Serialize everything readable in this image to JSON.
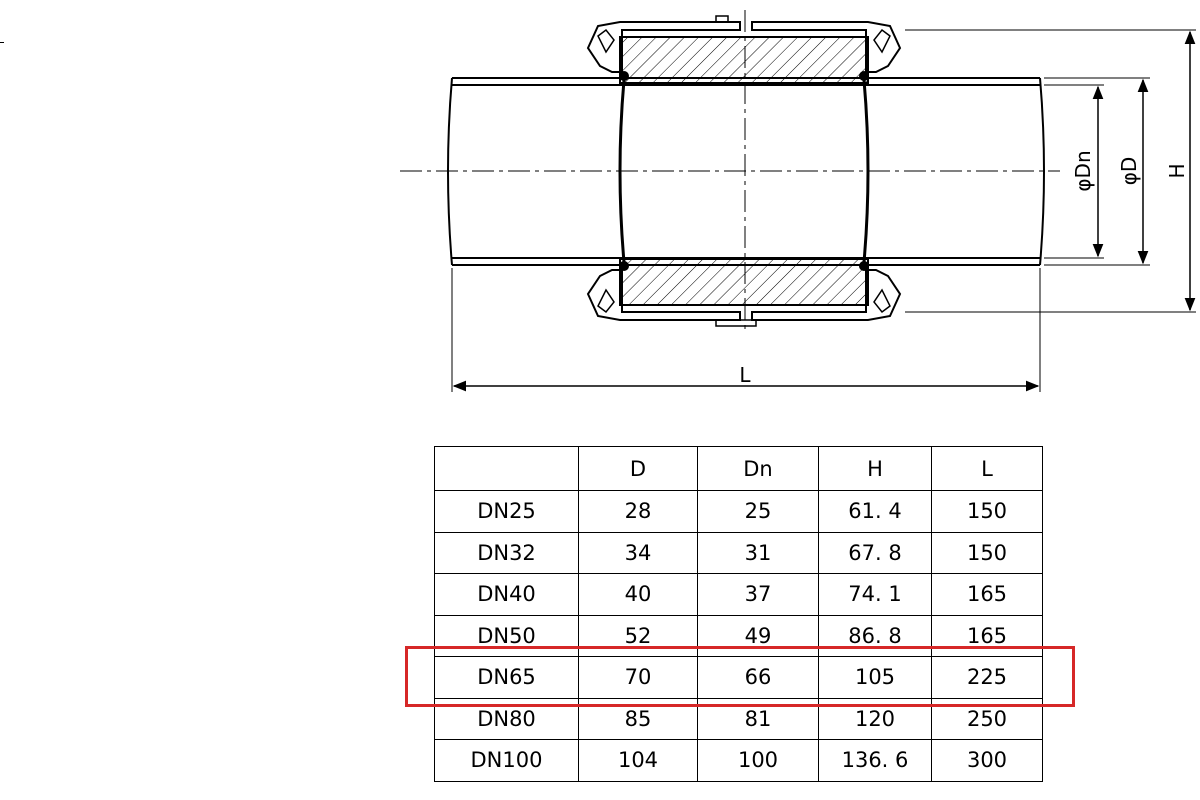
{
  "drawing": {
    "dimension_labels": {
      "length": "L",
      "inner_diameter": "φDn",
      "outer_diameter": "φD",
      "height": "H"
    }
  },
  "colors": {
    "line": "#000000",
    "highlight": "#d62828"
  },
  "table": {
    "headers": [
      "",
      "D",
      "Dn",
      "H",
      "L"
    ],
    "rows": [
      [
        "DN25",
        "28",
        "25",
        "61. 4",
        "150"
      ],
      [
        "DN32",
        "34",
        "31",
        "67. 8",
        "150"
      ],
      [
        "DN40",
        "40",
        "37",
        "74. 1",
        "165"
      ],
      [
        "DN50",
        "52",
        "49",
        "86. 8",
        "165"
      ],
      [
        "DN65",
        "70",
        "66",
        "105",
        "225"
      ],
      [
        "DN80",
        "85",
        "81",
        "120",
        "250"
      ],
      [
        "DN100",
        "104",
        "100",
        "136. 6",
        "300"
      ]
    ],
    "highlighted_row": "DN65"
  }
}
